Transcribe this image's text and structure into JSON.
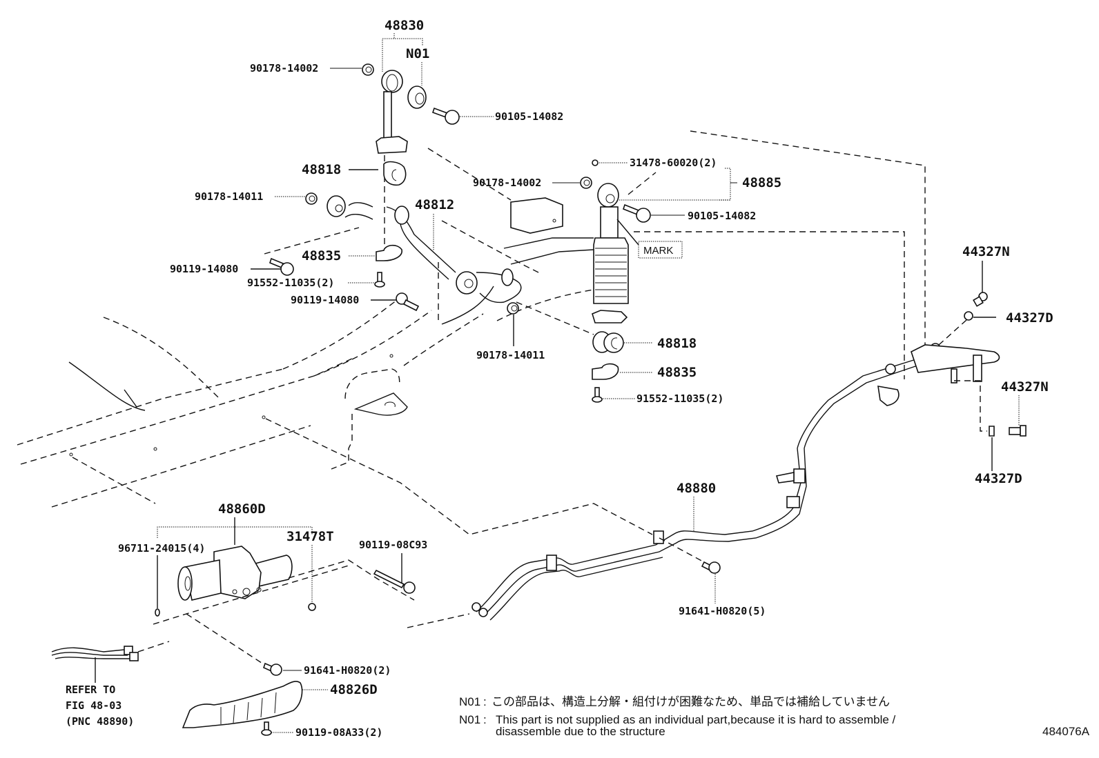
{
  "diagram": {
    "title_code": "484076A",
    "labels": {
      "p48830": "48830",
      "pN01": "N01",
      "p90178_14002_top": "90178-14002",
      "p90105_14082_top": "90105-14082",
      "p48818_left": "48818",
      "p90178_14011_left": "90178-14011",
      "p48812": "48812",
      "p48835_left": "48835",
      "p90119_14080_a": "90119-14080",
      "p91552_11035_left": "91552-11035(2)",
      "p90119_14080_b": "90119-14080",
      "p90178_14002_mid": "90178-14002",
      "p31478_60020": "31478-60020(2)",
      "p48885": "48885",
      "p90105_14082_mid": "90105-14082",
      "mark": "MARK",
      "p90178_14011_mid": "90178-14011",
      "p48818_right": "48818",
      "p48835_right": "48835",
      "p91552_11035_right": "91552-11035(2)",
      "p44327N_top": "44327N",
      "p44327D_top": "44327D",
      "p44327N_bottom": "44327N",
      "p44327D_bottom": "44327D",
      "p48880": "48880",
      "p91641_H0820_5": "91641-H0820(5)",
      "p48860D": "48860D",
      "p96711_24015": "96711-24015(4)",
      "p31478T": "31478T",
      "p90119_08C93": "90119-08C93",
      "p91641_H0820_2": "91641-H0820(2)",
      "p48826D": "48826D",
      "p90119_08A33": "90119-08A33(2)"
    },
    "refer_note": {
      "line1": "REFER TO",
      "line2": "FIG 48-03",
      "line3": "(PNC 48890)"
    },
    "footnotes": [
      {
        "code": "N01",
        "sep": ":",
        "text": "この部品は、構造上分解・組付けが困難なため、単品では補給していません"
      },
      {
        "code": "N01",
        "sep": ":",
        "text": "This part is not supplied as an individual part,because it is hard to assemble /",
        "text2": "disassemble due to the structure"
      }
    ]
  }
}
